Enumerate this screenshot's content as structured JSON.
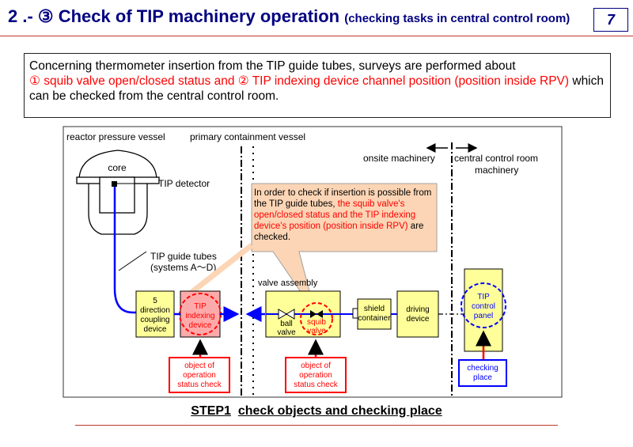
{
  "header": {
    "title": "2 .- ③ Check of TIP machinery operation",
    "title_sub": "(checking tasks in central control room)",
    "page_number": "7"
  },
  "intro": {
    "text_before": "Concerning thermometer insertion from the TIP guide tubes, surveys are performed about",
    "text_red": "①  squib valve open/closed status and ②  TIP indexing device channel position (position inside RPV)",
    "text_after": " which can be checked from the central control room."
  },
  "diagram": {
    "reactor_pressure_vessel": "reactor pressure vessel",
    "primary_containment_vessel": "primary containment vessel",
    "onsite_machinery": "onsite machinery",
    "central_control_room_1": "central control room",
    "central_control_room_2": "machinery",
    "core": "core",
    "tip_detector": "TIP detector",
    "guide_tubes_1": "TIP guide tubes",
    "guide_tubes_2": "(systems A～D)",
    "valve_assembly": "valve assembly",
    "coupling": [
      "5",
      "direction",
      "coupling",
      "device"
    ],
    "indexing": [
      "TIP",
      "indexing",
      "device"
    ],
    "ball_valve": [
      "ball",
      "valve"
    ],
    "squib_valve": [
      "squib",
      "valve"
    ],
    "shield": [
      "shield",
      "container"
    ],
    "driving": [
      "driving",
      "device"
    ],
    "panel": [
      "TIP",
      "control",
      "panel"
    ],
    "object_check_1": [
      "object of",
      "operation",
      "status check"
    ],
    "object_check_2": [
      "object of",
      "operation",
      "status check"
    ],
    "checking_place": [
      "checking",
      "place"
    ],
    "note_plain": "In order to check if insertion is possible from the TIP guide tubes, ",
    "note_red": "the squib valve's open/closed status and the TIP indexing device's position (position inside RPV)",
    "note_end": " are checked."
  },
  "footer": {
    "step_label": "STEP1",
    "step_text": "check objects and checking place"
  },
  "colors": {
    "title": "#000080",
    "accent_red": "#ff0000",
    "tube_blue": "#0000ff",
    "box_yellow": "#ffff99",
    "indexing_pink": "#ffaaaa",
    "callout_orange": "#fbd5b5"
  }
}
